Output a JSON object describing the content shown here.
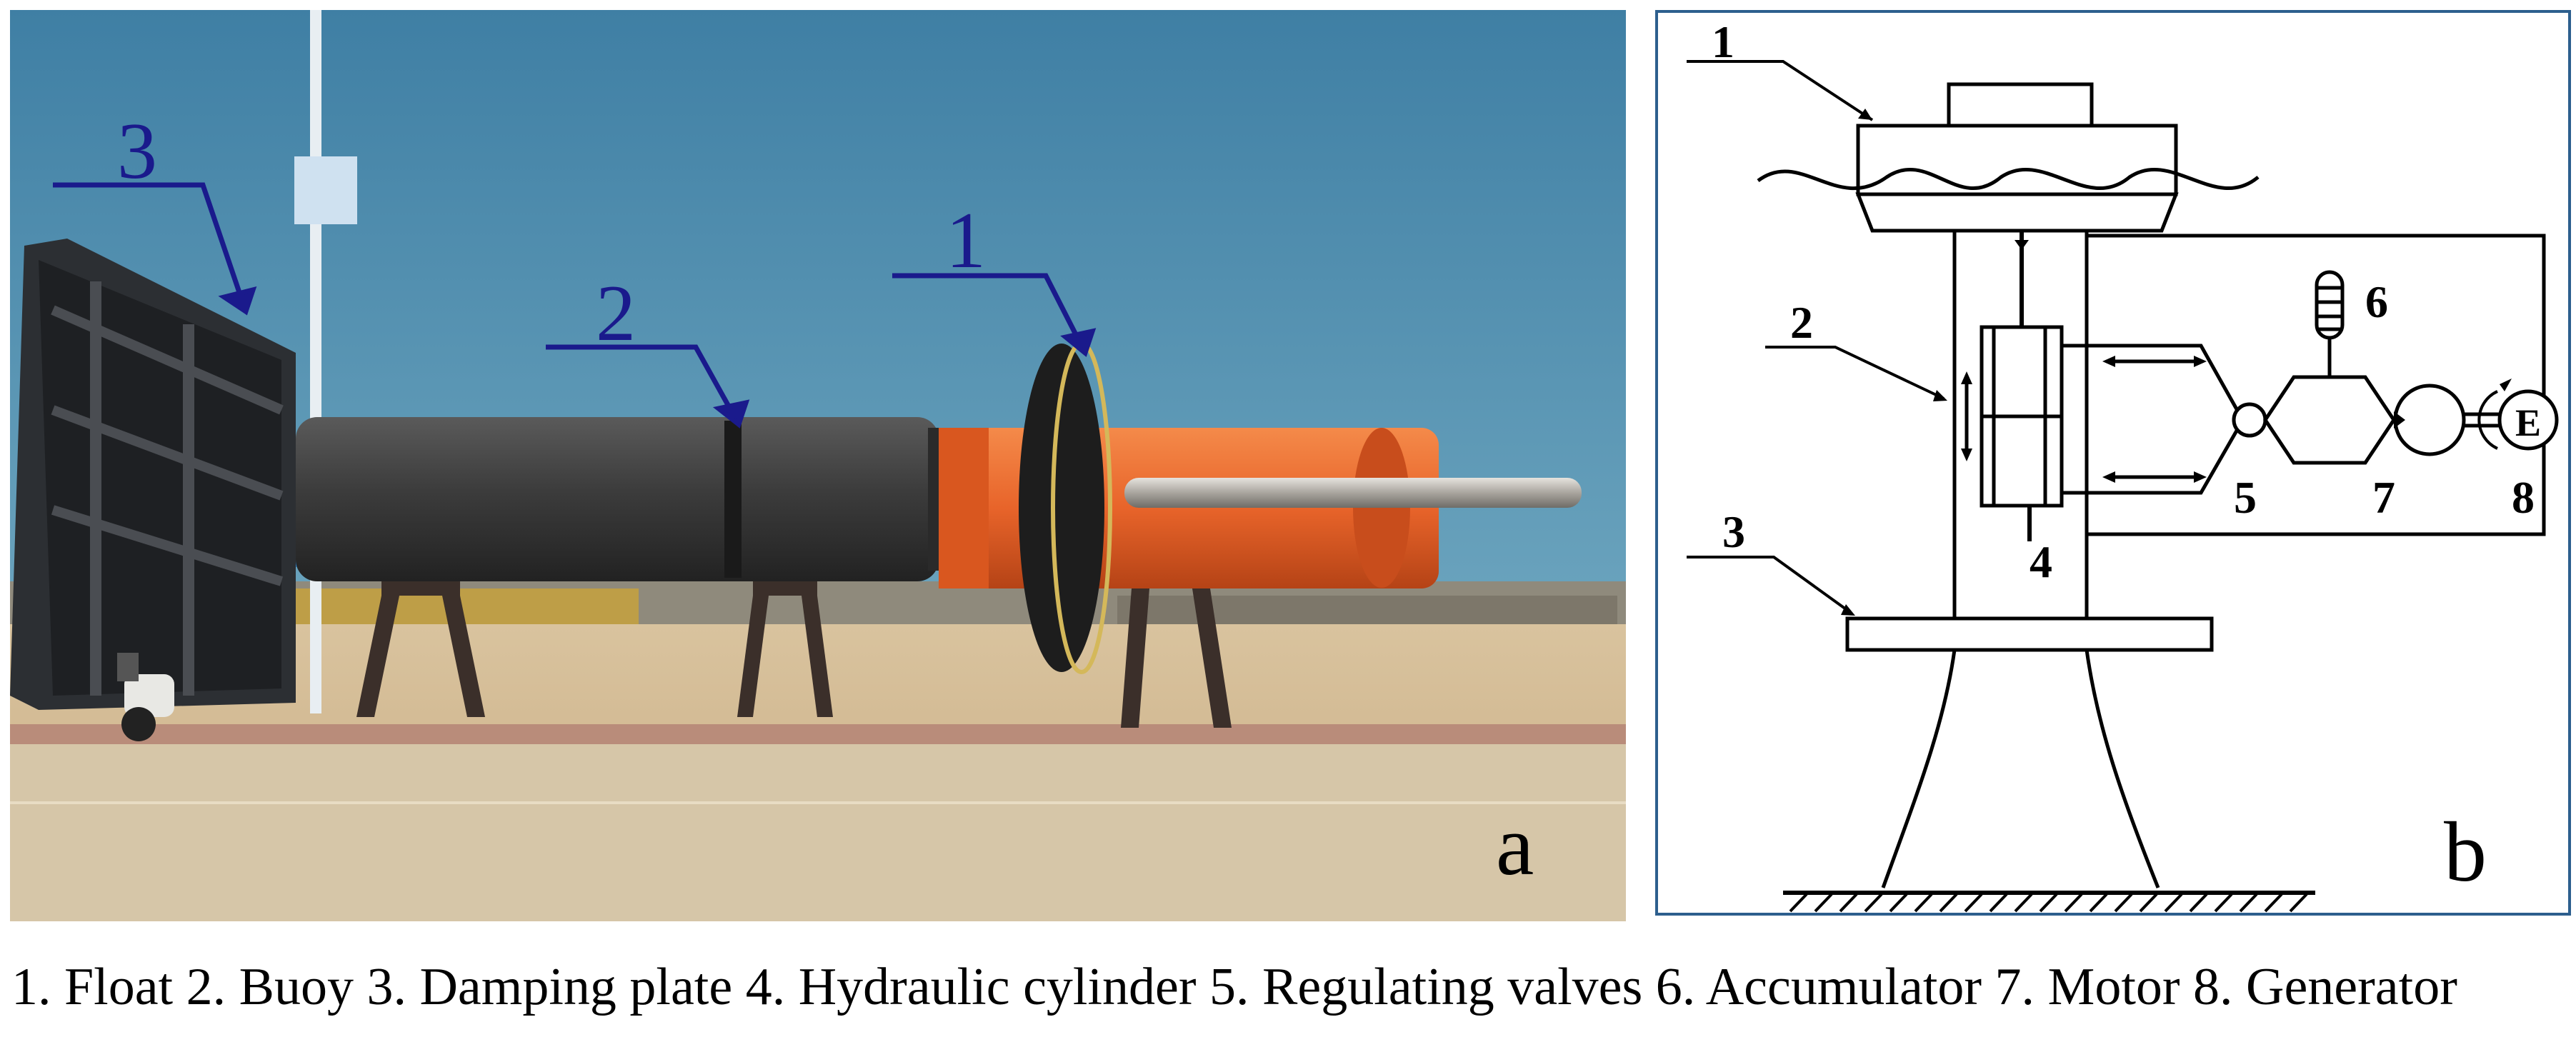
{
  "panel_a": {
    "letter": "a",
    "callouts": [
      "1",
      "2",
      "3"
    ]
  },
  "panel_b": {
    "letter": "b",
    "labels": [
      "1",
      "2",
      "3",
      "4",
      "5",
      "6",
      "7",
      "8"
    ],
    "generator_symbol": "E"
  },
  "caption": "1. Float 2. Buoy 3. Damping plate 4. Hydraulic cylinder 5. Regulating valves 6. Accumulator 7. Motor 8. Generator",
  "colors": {
    "callout": "#1a1a8c",
    "frame": "#2d5f8e",
    "sky": "#4a86a8",
    "buoy_body": "#3a3a3a",
    "float_orange": "#e8642a"
  }
}
